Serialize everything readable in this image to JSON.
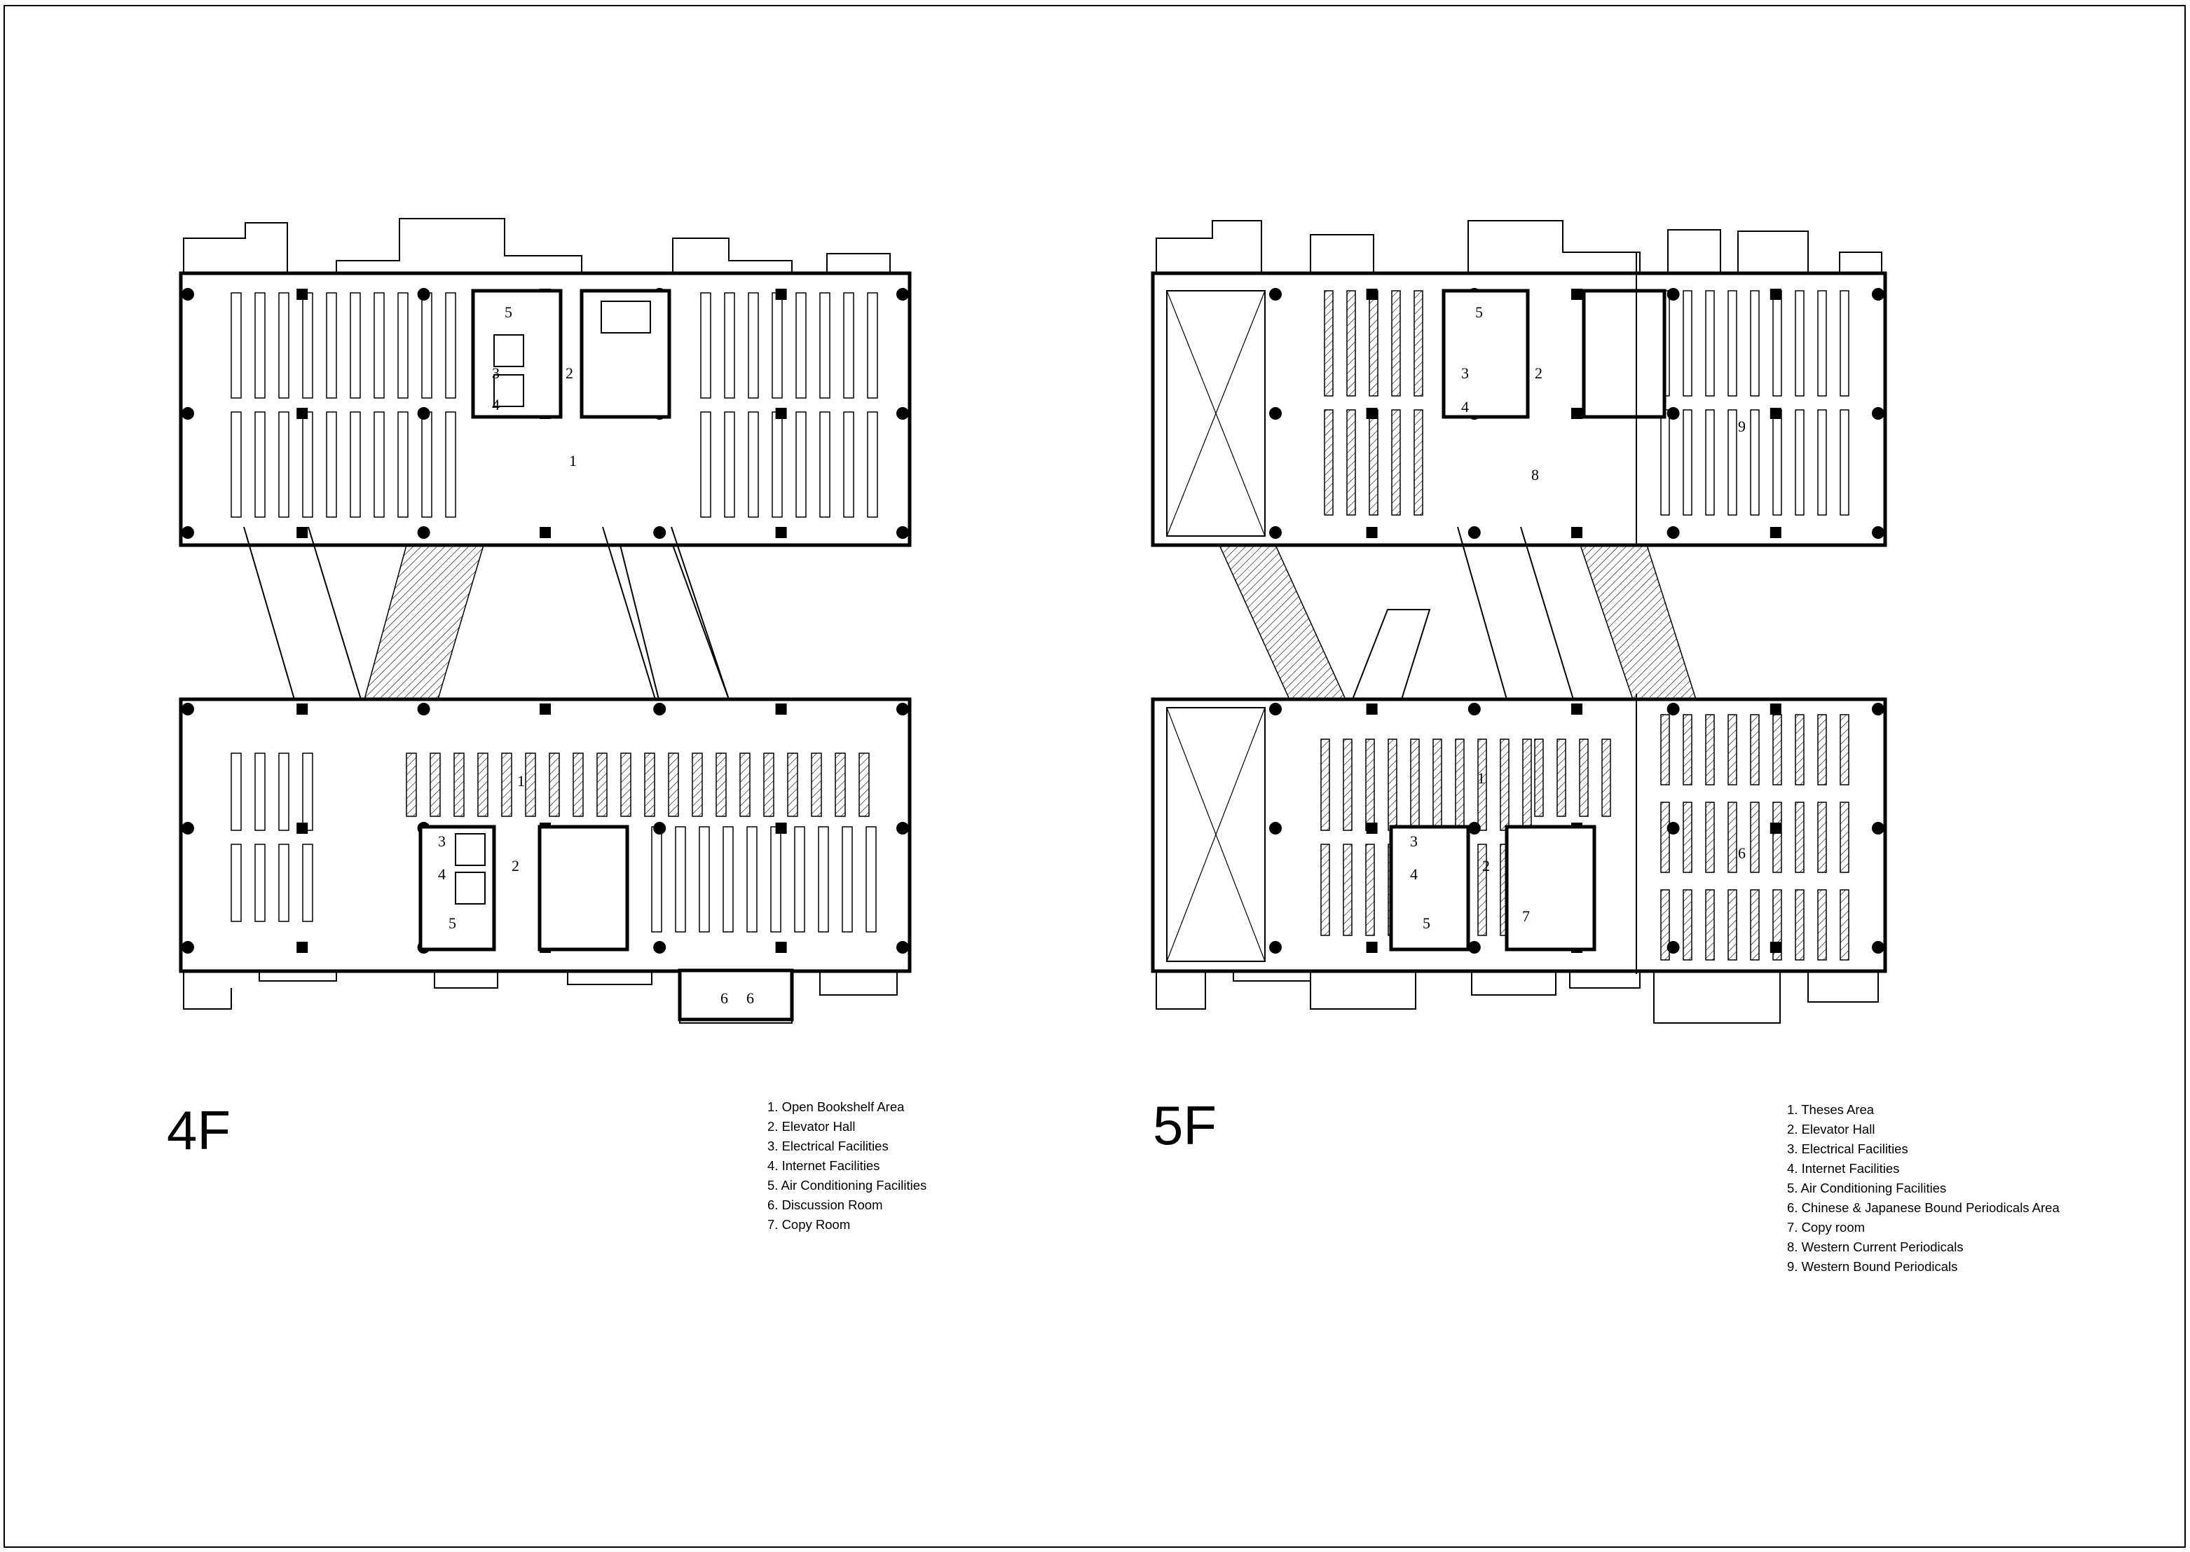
{
  "floor_4f": {
    "title": "4F",
    "legend": [
      "1. Open Bookshelf Area",
      "2. Elevator Hall",
      "3. Electrical Facilities",
      "4. Internet Facilities",
      "5. Air Conditioning Facilities",
      "6. Discussion Room",
      "7. Copy Room"
    ],
    "room_numbers": [
      "1",
      "2",
      "3",
      "4",
      "5",
      "1",
      "2",
      "3",
      "4",
      "5",
      "6",
      "6"
    ]
  },
  "floor_5f": {
    "title": "5F",
    "legend": [
      "1. Theses  Area",
      "2. Elevator Hall",
      "3. Electrical Facilities",
      "4. Internet Facilities",
      "5. Air Conditioning Facilities",
      "6. Chinese & Japanese Bound Periodicals Area",
      "7. Copy room",
      "8. Western  Current Periodicals",
      "9. Western  Bound Periodicals"
    ],
    "room_numbers": [
      "5",
      "3",
      "2",
      "4",
      "8",
      "9",
      "1",
      "3",
      "4",
      "2",
      "5",
      "7",
      "6"
    ]
  }
}
